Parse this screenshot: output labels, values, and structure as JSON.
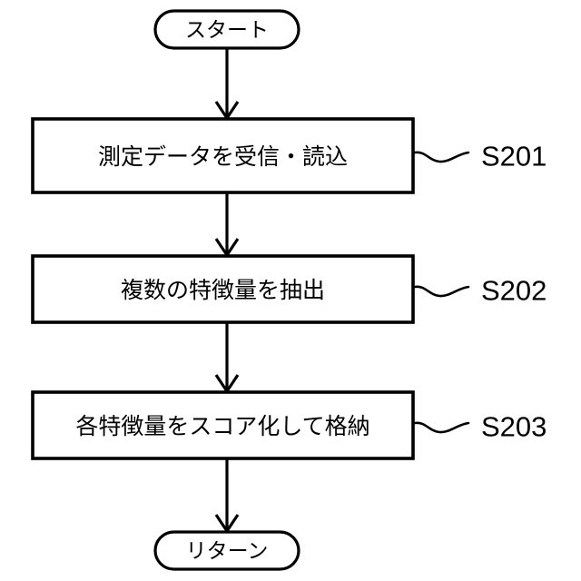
{
  "figure": {
    "type": "flowchart",
    "orientation": "vertical",
    "background_color": "#ffffff",
    "stroke_color": "#000000",
    "text_color": "#000000"
  },
  "nodes": {
    "start": {
      "label": "スタート",
      "shape": "terminator"
    },
    "step1": {
      "label": "測定データを受信・読込",
      "shape": "process",
      "step_id": "S201"
    },
    "step2": {
      "label": "複数の特徴量を抽出",
      "shape": "process",
      "step_id": "S202"
    },
    "step3": {
      "label": "各特徴量をスコア化して格納",
      "shape": "process",
      "step_id": "S203"
    },
    "end": {
      "label": "リターン",
      "shape": "terminator"
    }
  },
  "step_labels": [
    {
      "id": "S201",
      "text": "S201"
    },
    {
      "id": "S202",
      "text": "S202"
    },
    {
      "id": "S203",
      "text": "S203"
    }
  ],
  "connectors": [
    {
      "from": "start",
      "to": "step1",
      "arrow": "down"
    },
    {
      "from": "step1",
      "to": "step2",
      "arrow": "down"
    },
    {
      "from": "step2",
      "to": "step3",
      "arrow": "down"
    },
    {
      "from": "step3",
      "to": "end",
      "arrow": "down"
    }
  ]
}
